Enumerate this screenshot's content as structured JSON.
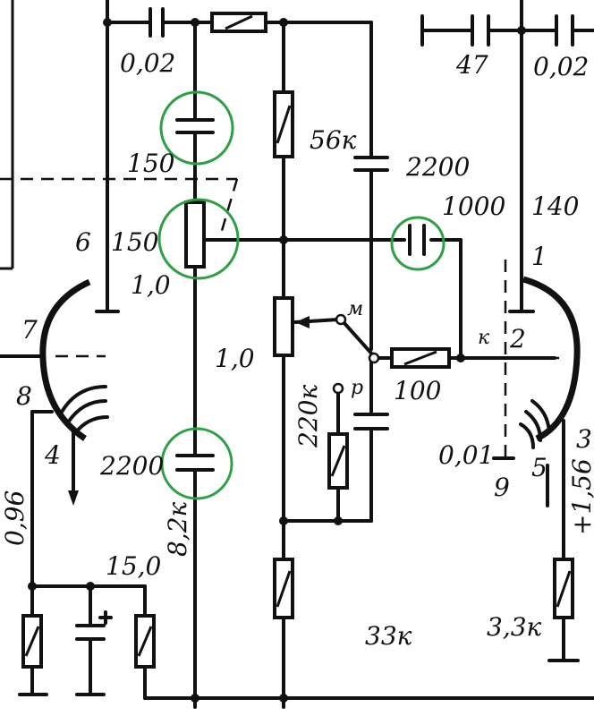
{
  "labels": {
    "c_0_02_left": "0,02",
    "c_150": "150",
    "pin_6": "6",
    "c_150_pf": "150",
    "r_1_0_top": "1,0",
    "pin_7": "7",
    "pin_8": "8",
    "pin_4": "4",
    "v_0_96": "0,96",
    "c_2200_bottom": "2200",
    "c_15_0": "15,0",
    "r_8_2k": "8,2к",
    "r_1_0_mid": "1,0",
    "r_56k": "56к",
    "c_2200_right": "2200",
    "c_1000": "1000",
    "r_220k": "220к",
    "sw_m": "м",
    "sw_p": "р",
    "r_100": "100",
    "r_33k": "33к",
    "c_47": "47",
    "c_0_02_right": "0,02",
    "c_140": "140",
    "pin_1": "1",
    "pin_k": "к",
    "pin_2": "2",
    "c_0_01": "0,01",
    "pin_9": "9",
    "pin_5": "5",
    "pin_3": "3",
    "v_1_56": "+1,56",
    "r_3_3k": "3,3к"
  }
}
